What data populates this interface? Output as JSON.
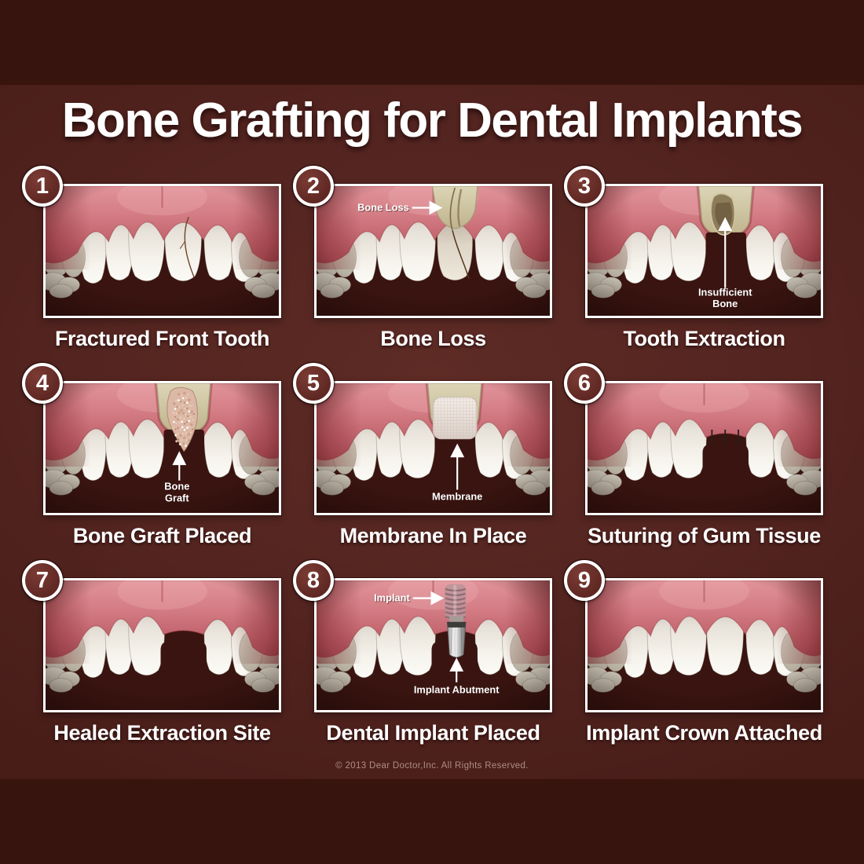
{
  "title": "Bone Grafting for Dental Implants",
  "copyright": "© 2013 Dear Doctor,Inc. All Rights Reserved.",
  "colors": {
    "background_outer": "#38140f",
    "background_band": "#532420",
    "panel_border": "#ffffff",
    "badge_fill": "#6a302a",
    "caption_color": "#ffffff",
    "gum_pink": "#d37e86",
    "tooth_white": "#f6f3ec",
    "bone_tan": "#cec4a0",
    "mouth_dark": "#3a1410",
    "graft_speckle": "#dcb9a6",
    "metal_gray": "#d2d2d2"
  },
  "panels": [
    {
      "number": "1",
      "caption": "Fractured Front Tooth",
      "variant": "cracked",
      "labels": []
    },
    {
      "number": "2",
      "caption": "Bone Loss",
      "variant": "bone-loss",
      "labels": [
        {
          "id": "bone-loss",
          "text": "Bone Loss"
        }
      ]
    },
    {
      "number": "3",
      "caption": "Tooth Extraction",
      "variant": "extraction",
      "labels": [
        {
          "id": "insufficient-bone",
          "lines": [
            "Insufficient",
            "Bone"
          ]
        }
      ]
    },
    {
      "number": "4",
      "caption": "Bone Graft Placed",
      "variant": "graft",
      "labels": [
        {
          "id": "bone-graft",
          "lines": [
            "Bone",
            "Graft"
          ]
        }
      ]
    },
    {
      "number": "5",
      "caption": "Membrane In Place",
      "variant": "membrane",
      "labels": [
        {
          "id": "membrane",
          "text": "Membrane"
        }
      ]
    },
    {
      "number": "6",
      "caption": "Suturing of Gum Tissue",
      "variant": "sutured",
      "labels": []
    },
    {
      "number": "7",
      "caption": "Healed Extraction Site",
      "variant": "healed",
      "labels": []
    },
    {
      "number": "8",
      "caption": "Dental Implant Placed",
      "variant": "implant",
      "labels": [
        {
          "id": "implant",
          "text": "Implant"
        },
        {
          "id": "implant-abutment",
          "text": "Implant Abutment"
        }
      ]
    },
    {
      "number": "9",
      "caption": "Implant Crown Attached",
      "variant": "crown",
      "labels": []
    }
  ]
}
